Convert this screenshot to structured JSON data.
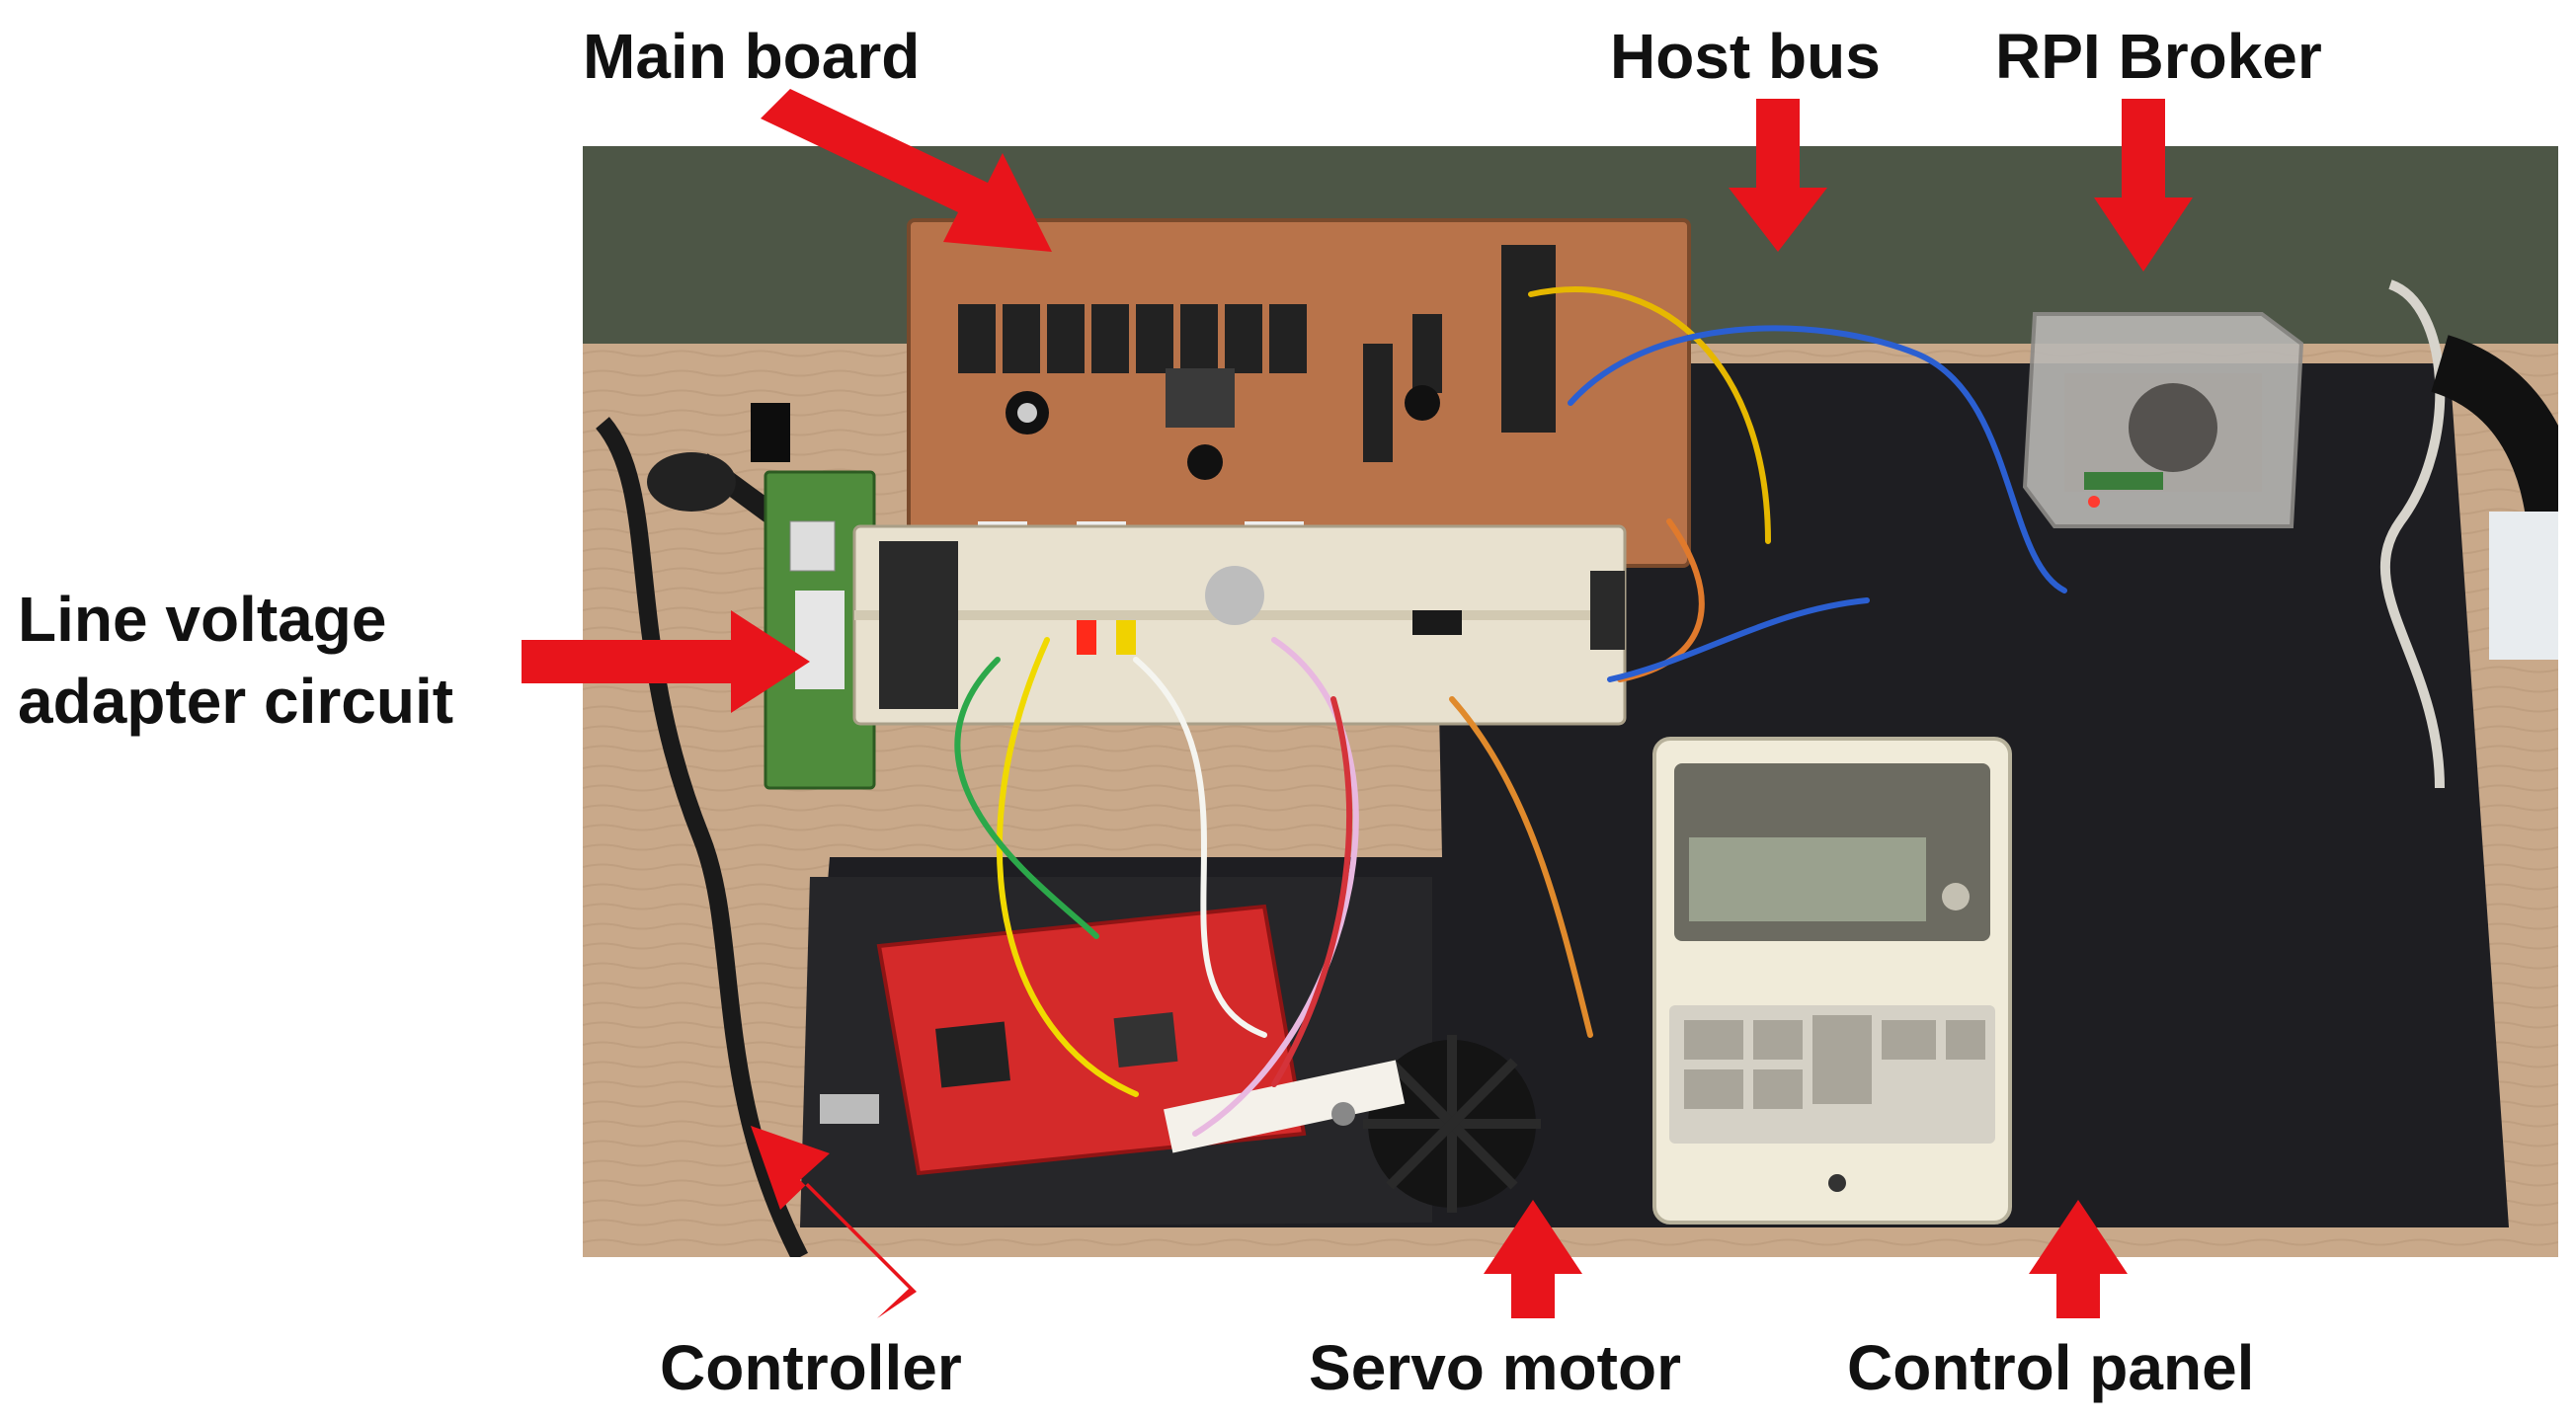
{
  "labels": {
    "main_board": "Main board",
    "host_bus": "Host bus",
    "rpi_broker": "RPI Broker",
    "line_voltage_1": "Line voltage",
    "line_voltage_2": "adapter circuit",
    "controller": "Controller",
    "servo_motor": "Servo motor",
    "control_panel": "Control panel"
  },
  "colors": {
    "arrow": "#e8141b",
    "board_red": "#d42a2a",
    "pcb_brown": "#b8734a",
    "mat_black": "#1e1e22",
    "wall_green": "#4d5646",
    "desk_wood": "#c9a98a"
  }
}
